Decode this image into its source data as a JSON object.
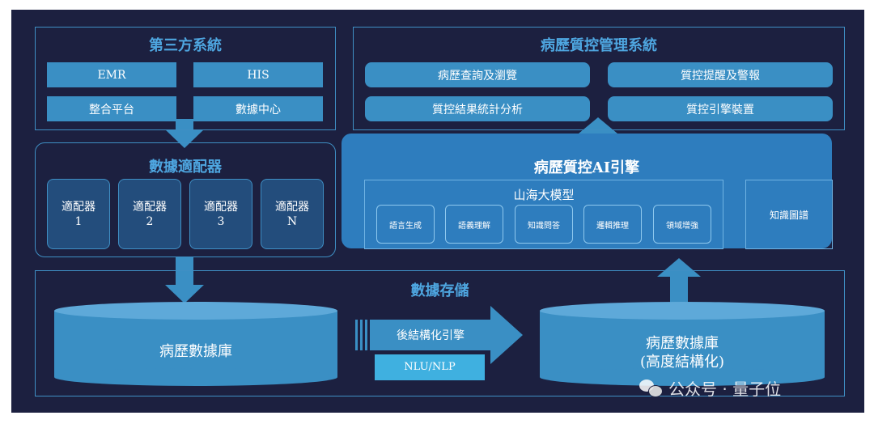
{
  "third_party": {
    "title": "第三方系統",
    "items": [
      "EMR",
      "HIS",
      "整合平台",
      "數據中心"
    ]
  },
  "qc_system": {
    "title": "病歷質控管理系統",
    "items": [
      "病歷查詢及瀏覽",
      "質控提醒及警報",
      "質控結果統計分析",
      "質控引擎裝置"
    ]
  },
  "adapters": {
    "title": "數據適配器",
    "items": [
      {
        "name": "適配器",
        "index": "1"
      },
      {
        "name": "適配器",
        "index": "2"
      },
      {
        "name": "適配器",
        "index": "3"
      },
      {
        "name": "適配器",
        "index": "N"
      }
    ]
  },
  "engine": {
    "title": "病歷質控AI引擎",
    "model_title": "山海大模型",
    "capabilities": [
      "語言生成",
      "語義理解",
      "知識問答",
      "邏輯推理",
      "領域增強"
    ],
    "knowledge_graph": "知識圖譜"
  },
  "storage": {
    "title": "數據存儲",
    "db_left": "病歷數據庫",
    "db_right_line1": "病歷數據庫",
    "db_right_line2": "(高度結構化)",
    "arrow_label": "後結構化引擎",
    "nlu_label": "NLU/NLP"
  },
  "colors": {
    "background": "#1c2040",
    "frame": "#3f8fc4",
    "box": "#3a8fc4",
    "title": "#4ea6e0",
    "engine": "#2e7dbe"
  },
  "watermark": "公众号 · 量子位"
}
